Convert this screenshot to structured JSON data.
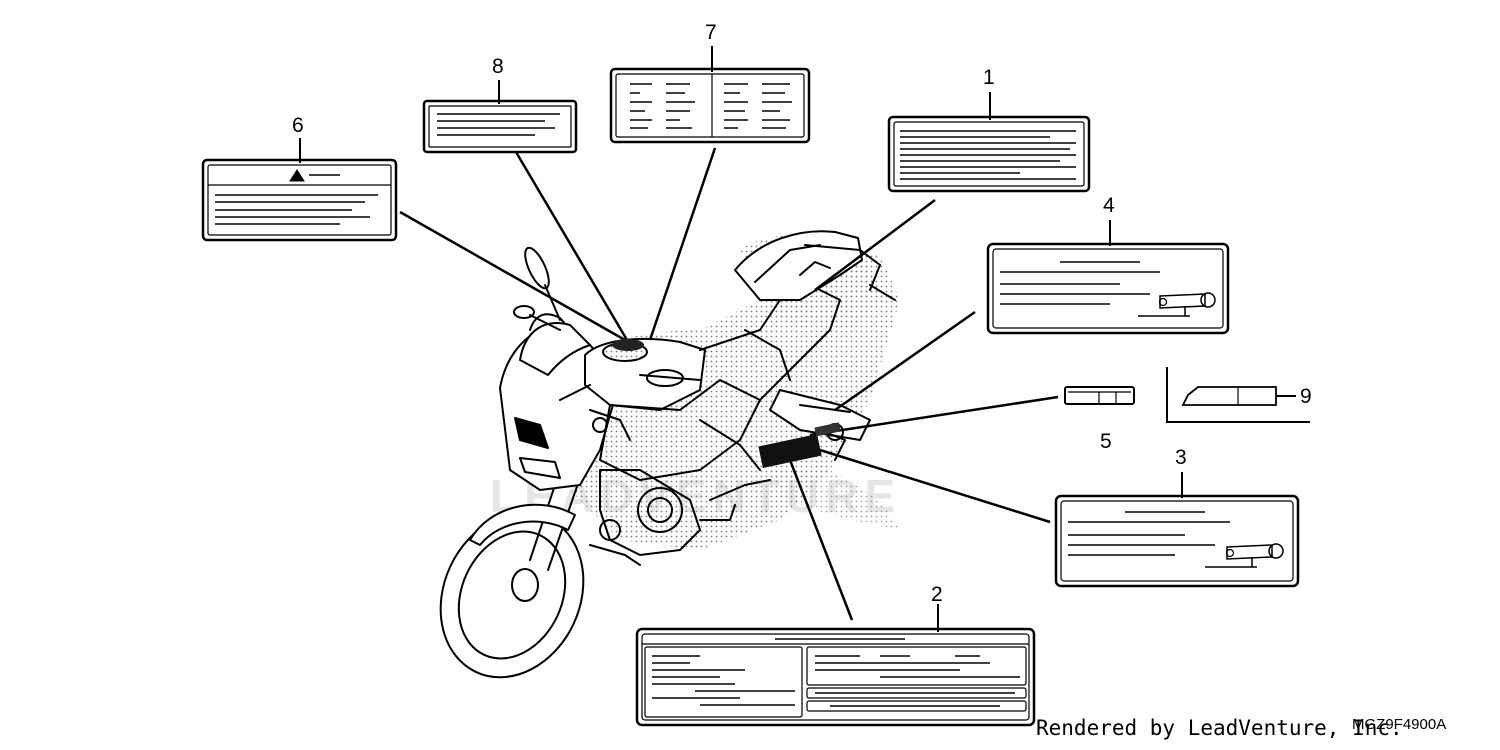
{
  "callouts": {
    "c1": "1",
    "c2": "2",
    "c3": "3",
    "c4": "4",
    "c5": "5",
    "c6": "6",
    "c7": "7",
    "c8": "8",
    "c9": "9"
  },
  "watermark": "LEADVENTURE",
  "footer": {
    "rendered_by": "Rendered by LeadVenture, Inc.",
    "diagram_code": "MGZ9F4900A"
  }
}
